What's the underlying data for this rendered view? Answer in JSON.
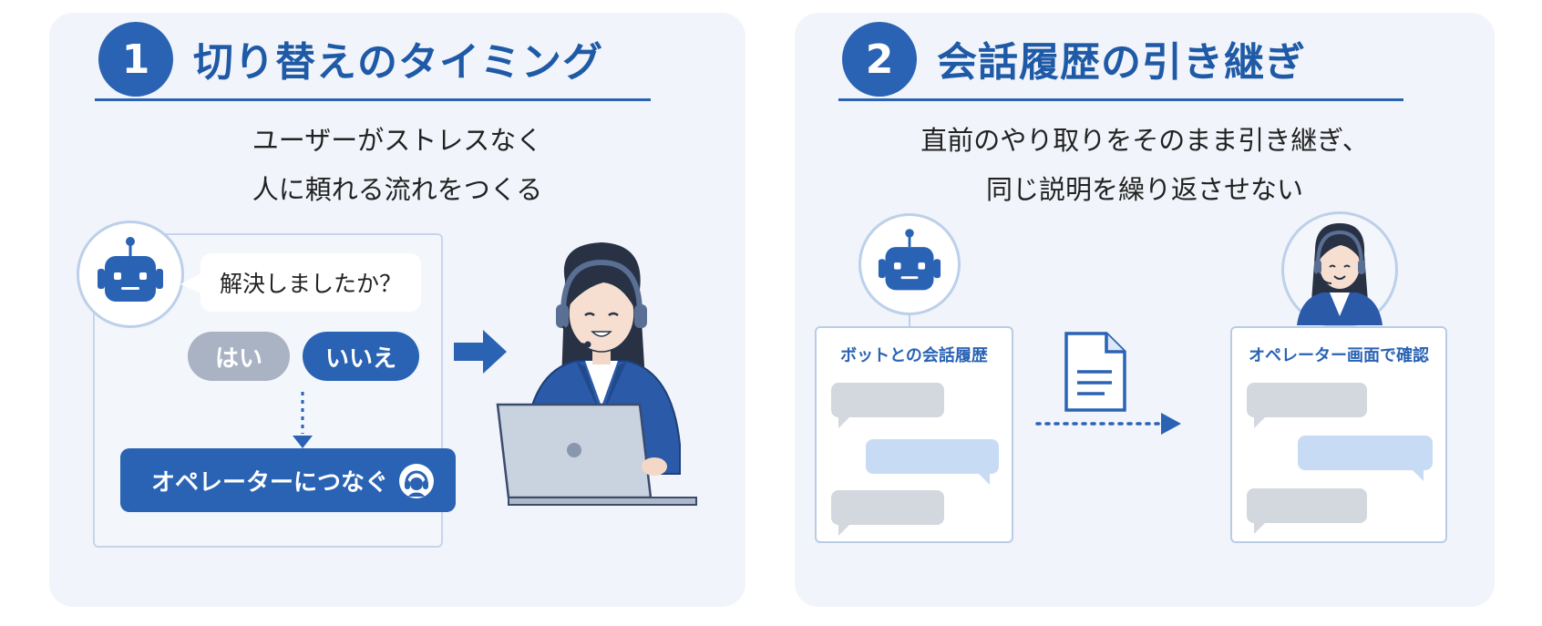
{
  "panel1": {
    "number": "1",
    "title": "切り替えのタイミング",
    "subtitle_line1": "ユーザーがストレスなく",
    "subtitle_line2": "人に頼れる流れをつくる",
    "question": "解決しましたか？",
    "yes_label": "はい",
    "no_label": "いいえ",
    "operator_button": "オペレーターにつなぐ"
  },
  "panel2": {
    "number": "2",
    "title": "会話履歴の引き継ぎ",
    "subtitle_line1": "直前のやり取りをそのまま引き継ぎ、",
    "subtitle_line2": "同じ説明を繰り返させない",
    "bot_history_title": "ボットとの会話履歴",
    "operator_screen_title": "オペレーター画面で確認"
  },
  "colors": {
    "accent": "#2a63b4",
    "panel_bg": "#f1f4fa",
    "gray_button": "#a9b3c4",
    "gray_bubble": "#d3d7de",
    "blue_bubble": "#c8dbf4"
  }
}
